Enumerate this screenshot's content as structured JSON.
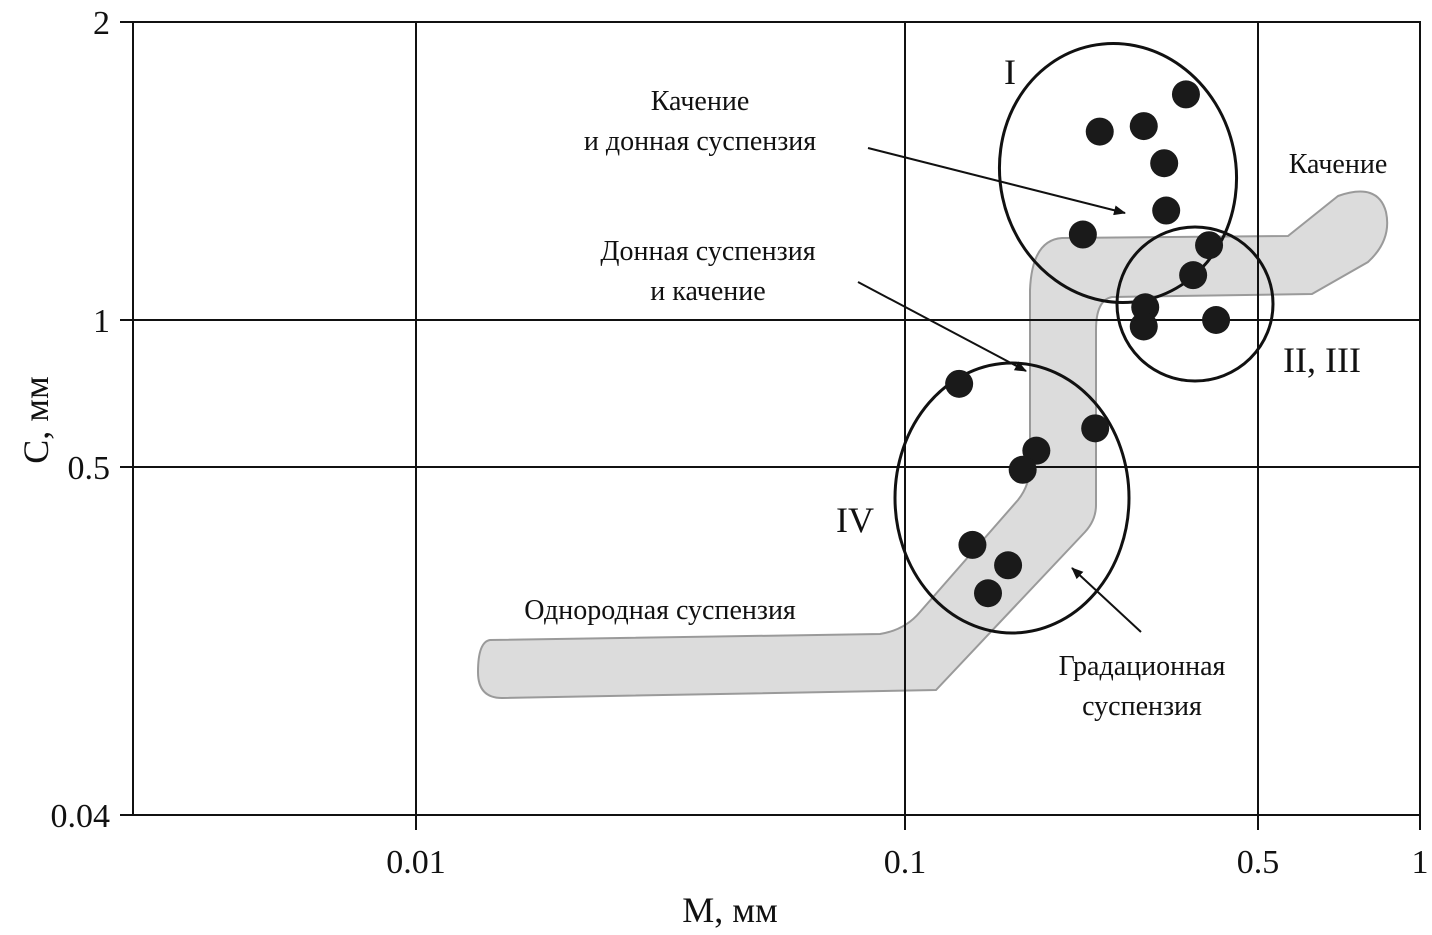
{
  "chart_data": {
    "type": "scatter",
    "title": "",
    "xlabel": "M, мм",
    "ylabel": "C, мм",
    "xscale": "log",
    "yscale": "log",
    "xlim": [
      0.003,
      1
    ],
    "ylim": [
      0.04,
      2
    ],
    "grid": true,
    "x_ticks": [
      {
        "value": 0.01,
        "label": "0.01"
      },
      {
        "value": 0.1,
        "label": "0.1"
      },
      {
        "value": 0.5,
        "label": "0.5"
      },
      {
        "value": 1,
        "label": "1"
      }
    ],
    "y_ticks": [
      {
        "value": 0.04,
        "label": "0.04"
      },
      {
        "value": 0.5,
        "label": "0.5"
      },
      {
        "value": 1,
        "label": "1"
      },
      {
        "value": 2,
        "label": "2"
      }
    ],
    "points": [
      {
        "x": 0.36,
        "y": 1.69
      },
      {
        "x": 0.243,
        "y": 1.55
      },
      {
        "x": 0.297,
        "y": 1.57
      },
      {
        "x": 0.326,
        "y": 1.44
      },
      {
        "x": 0.329,
        "y": 1.29
      },
      {
        "x": 0.225,
        "y": 1.22
      },
      {
        "x": 0.4,
        "y": 1.19
      },
      {
        "x": 0.372,
        "y": 1.11
      },
      {
        "x": 0.299,
        "y": 1.03
      },
      {
        "x": 0.297,
        "y": 0.97
      },
      {
        "x": 0.413,
        "y": 1.0
      },
      {
        "x": 0.128,
        "y": 0.74
      },
      {
        "x": 0.238,
        "y": 0.6
      },
      {
        "x": 0.182,
        "y": 0.54
      },
      {
        "x": 0.171,
        "y": 0.49
      },
      {
        "x": 0.136,
        "y": 0.284
      },
      {
        "x": 0.16,
        "y": 0.245
      },
      {
        "x": 0.146,
        "y": 0.2
      }
    ],
    "groups": {
      "g1": "I",
      "g23": "II, III",
      "g4": "IV"
    },
    "annotations": {
      "rolling_bed": [
        "Качение",
        "и донная суспензия"
      ],
      "rolling": "Качение",
      "bed_rolling": [
        "Донная суспензия",
        "и качение"
      ],
      "uniform": "Однородная суспензия",
      "graded": [
        "Градационная",
        "суспензия"
      ]
    },
    "colors": {
      "points": "#1a1a1a",
      "band": "#dcdcdc",
      "band_stroke": "#9a9a9a"
    }
  }
}
